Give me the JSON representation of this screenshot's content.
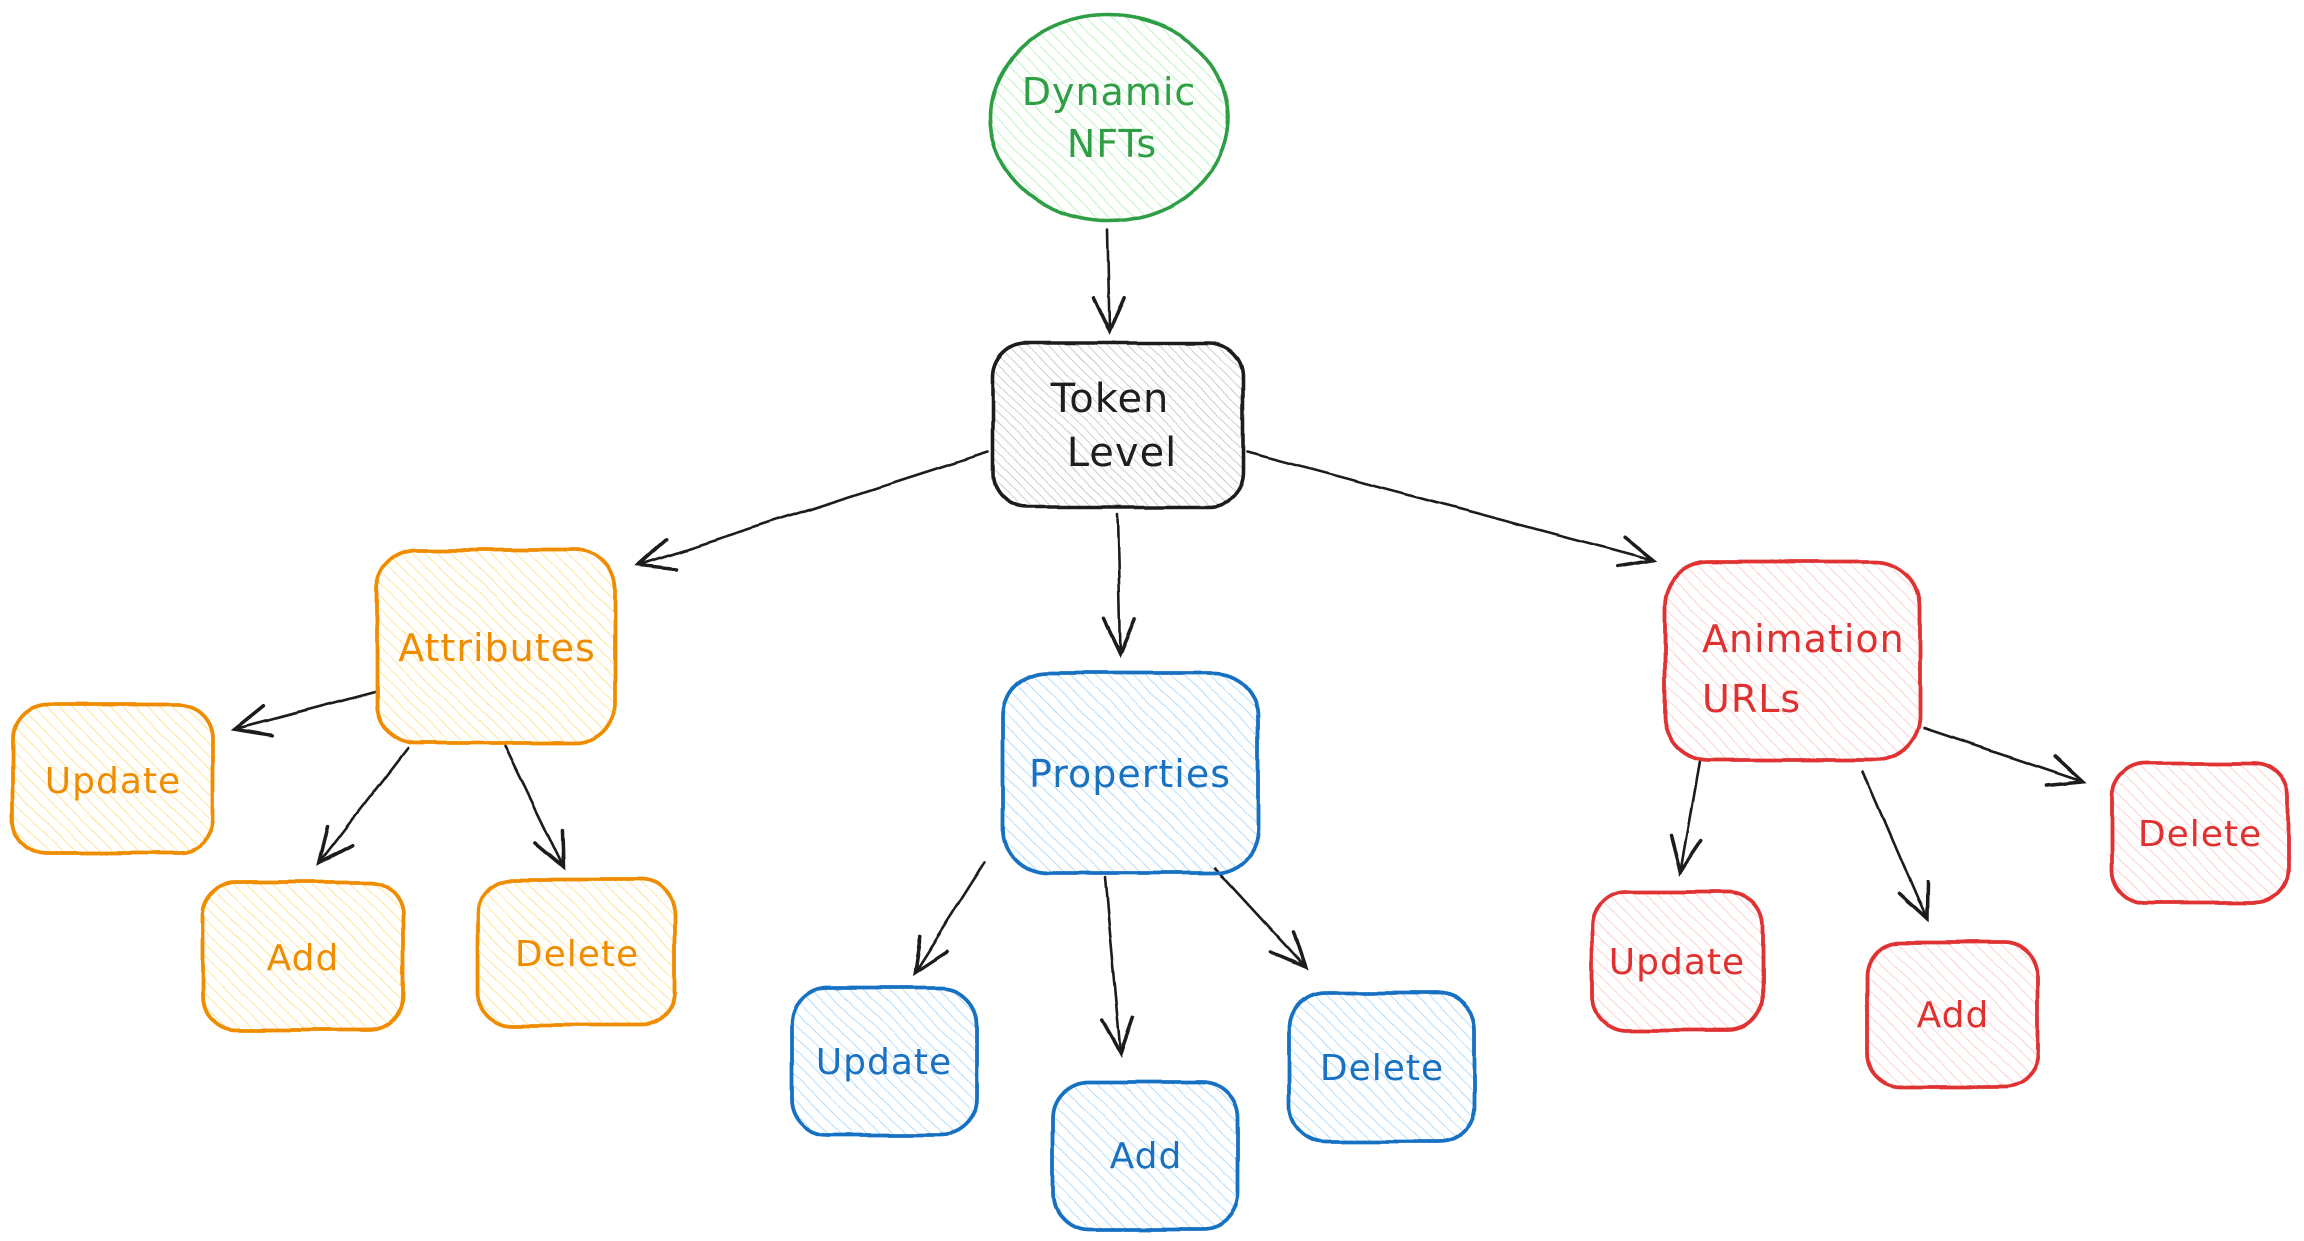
{
  "diagram": {
    "title_node": {
      "line1": "Dynamic",
      "line2": "NFTs"
    },
    "token_node": {
      "line1": "Token",
      "line2": "Level"
    },
    "attributes": {
      "label": "Attributes",
      "children": {
        "update": "Update",
        "add": "Add",
        "delete": "Delete"
      }
    },
    "properties": {
      "label": "Properties",
      "children": {
        "update": "Update",
        "add": "Add",
        "delete": "Delete"
      }
    },
    "animation": {
      "line1": "Animation",
      "line2": "URLs",
      "children": {
        "update": "Update",
        "add": "Add",
        "delete": "Delete"
      }
    },
    "colors": {
      "green": "#2f9e44",
      "green_fill": "#b2f2bb",
      "black": "#1e1e1e",
      "gray_fill": "#c4c9ce",
      "orange": "#f08c00",
      "yellow_fill": "#ffe08a",
      "blue": "#1971c2",
      "blue_fill": "#a5d8ff",
      "red": "#e03131",
      "red_fill": "#ffc9c9",
      "background": "#ffffff"
    }
  }
}
